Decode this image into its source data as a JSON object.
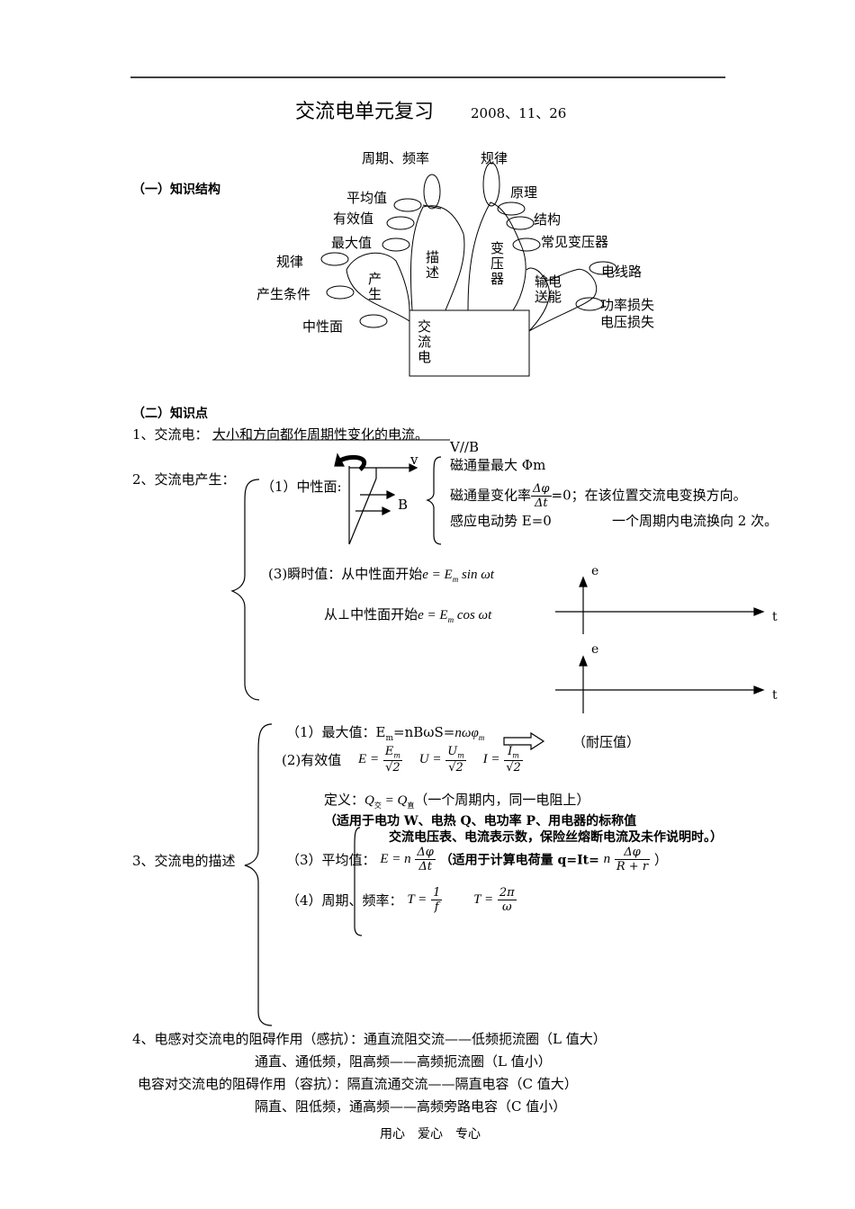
{
  "header": {
    "title": "交流电单元复习",
    "date": "2008、11、26"
  },
  "section1": {
    "heading": "（一）知识结构",
    "tree": {
      "root": "交流电",
      "branches": {
        "produce": "产生",
        "describe": "描述",
        "transformer": "变压器",
        "transmit": "输电送能"
      },
      "leaves": {
        "period_freq": "周期、频率",
        "law_top": "规律",
        "principle": "原理",
        "structure": "结构",
        "common_transformer": "常见变压器",
        "avg": "平均值",
        "eff": "有效值",
        "max": "最大值",
        "law_left": "规律",
        "condition": "产生条件",
        "neutral": "中性面",
        "circuit": "电线路",
        "power_loss": "功率损失",
        "voltage_loss": "电压损失"
      }
    }
  },
  "section2": {
    "heading": "（二）知识点",
    "item1": {
      "label": "1、交流电：",
      "text": "大小和方向都作周期性变化的电流。"
    },
    "item2": {
      "label": "2、交流电产生：",
      "neutral_label": "（1）中性面:",
      "vb": "V//B",
      "v": "v",
      "b": "B",
      "flux_max": "磁通量最大 Φm",
      "flux_change": "磁通量变化率",
      "frac_num": "Δφ",
      "frac_den": "Δt",
      "flux_change_tail": "=0；在该位置交流电变换方向。",
      "emf": "感应电动势 E=0",
      "twice": "一个周期内电流换向 2 次。",
      "instant_label": "(3)瞬时值：从中性面开始",
      "instant_sin": "e = E",
      "sin_tail": " sin ωt",
      "perp_label": "从⊥中性面开始",
      "instant_cos": "e = E",
      "cos_tail": " cos ωt",
      "axis_e": "e",
      "axis_t": "t",
      "sub_m": "m"
    },
    "item3": {
      "label": "3、交流电的描述",
      "max_label": "（1）最大值：E",
      "max_formula": "=nBωS=",
      "max_formula2": "nωφ",
      "withstand": "（耐压值）",
      "eff_label": "(2)有效值",
      "eff_E": "E =",
      "eff_U": "U =",
      "eff_I": "I =",
      "eff_En": "E",
      "eff_Un": "U",
      "eff_In": "I",
      "sqrt2": "√2",
      "def_label": "定义：",
      "def_formula": "Q",
      "def_sub1": "交",
      "def_eq": " = Q",
      "def_sub2": "直",
      "def_tail": "（一个周期内，同一电阻上）",
      "apply1": "（适用于电功 W、电热 Q、电功率 P、用电器的标称值",
      "apply2": "交流电压表、电流表示数，保险丝熔断电流及未作说明时。）",
      "avg_label": "（3）平均值：",
      "avg_E": "E = n",
      "avg_tail": "（适用于计算电荷量 q=It=",
      "avg_n": "n",
      "avg_den": "R + r",
      "close": "）",
      "period_label": "（4）周期、频率：",
      "T1": "T =",
      "one": "1",
      "f": "f",
      "T2": "T =",
      "two_pi": "2π",
      "omega": "ω"
    },
    "item4": {
      "line1": "4、电感对交流电的阻碍作用（感抗）：通直流阻交流——低频扼流圈（L 值大）",
      "line2": "通直、通低频，阻高频——高频扼流圈（L 值小）",
      "line3": "电容对交流电的阻碍作用（容抗）：隔直流通交流——隔直电容（C 值大）",
      "line4": "隔直、阻低频，通高频——高频旁路电容（C 值小）"
    }
  },
  "footer": {
    "text": "用心　爱心　专心"
  }
}
